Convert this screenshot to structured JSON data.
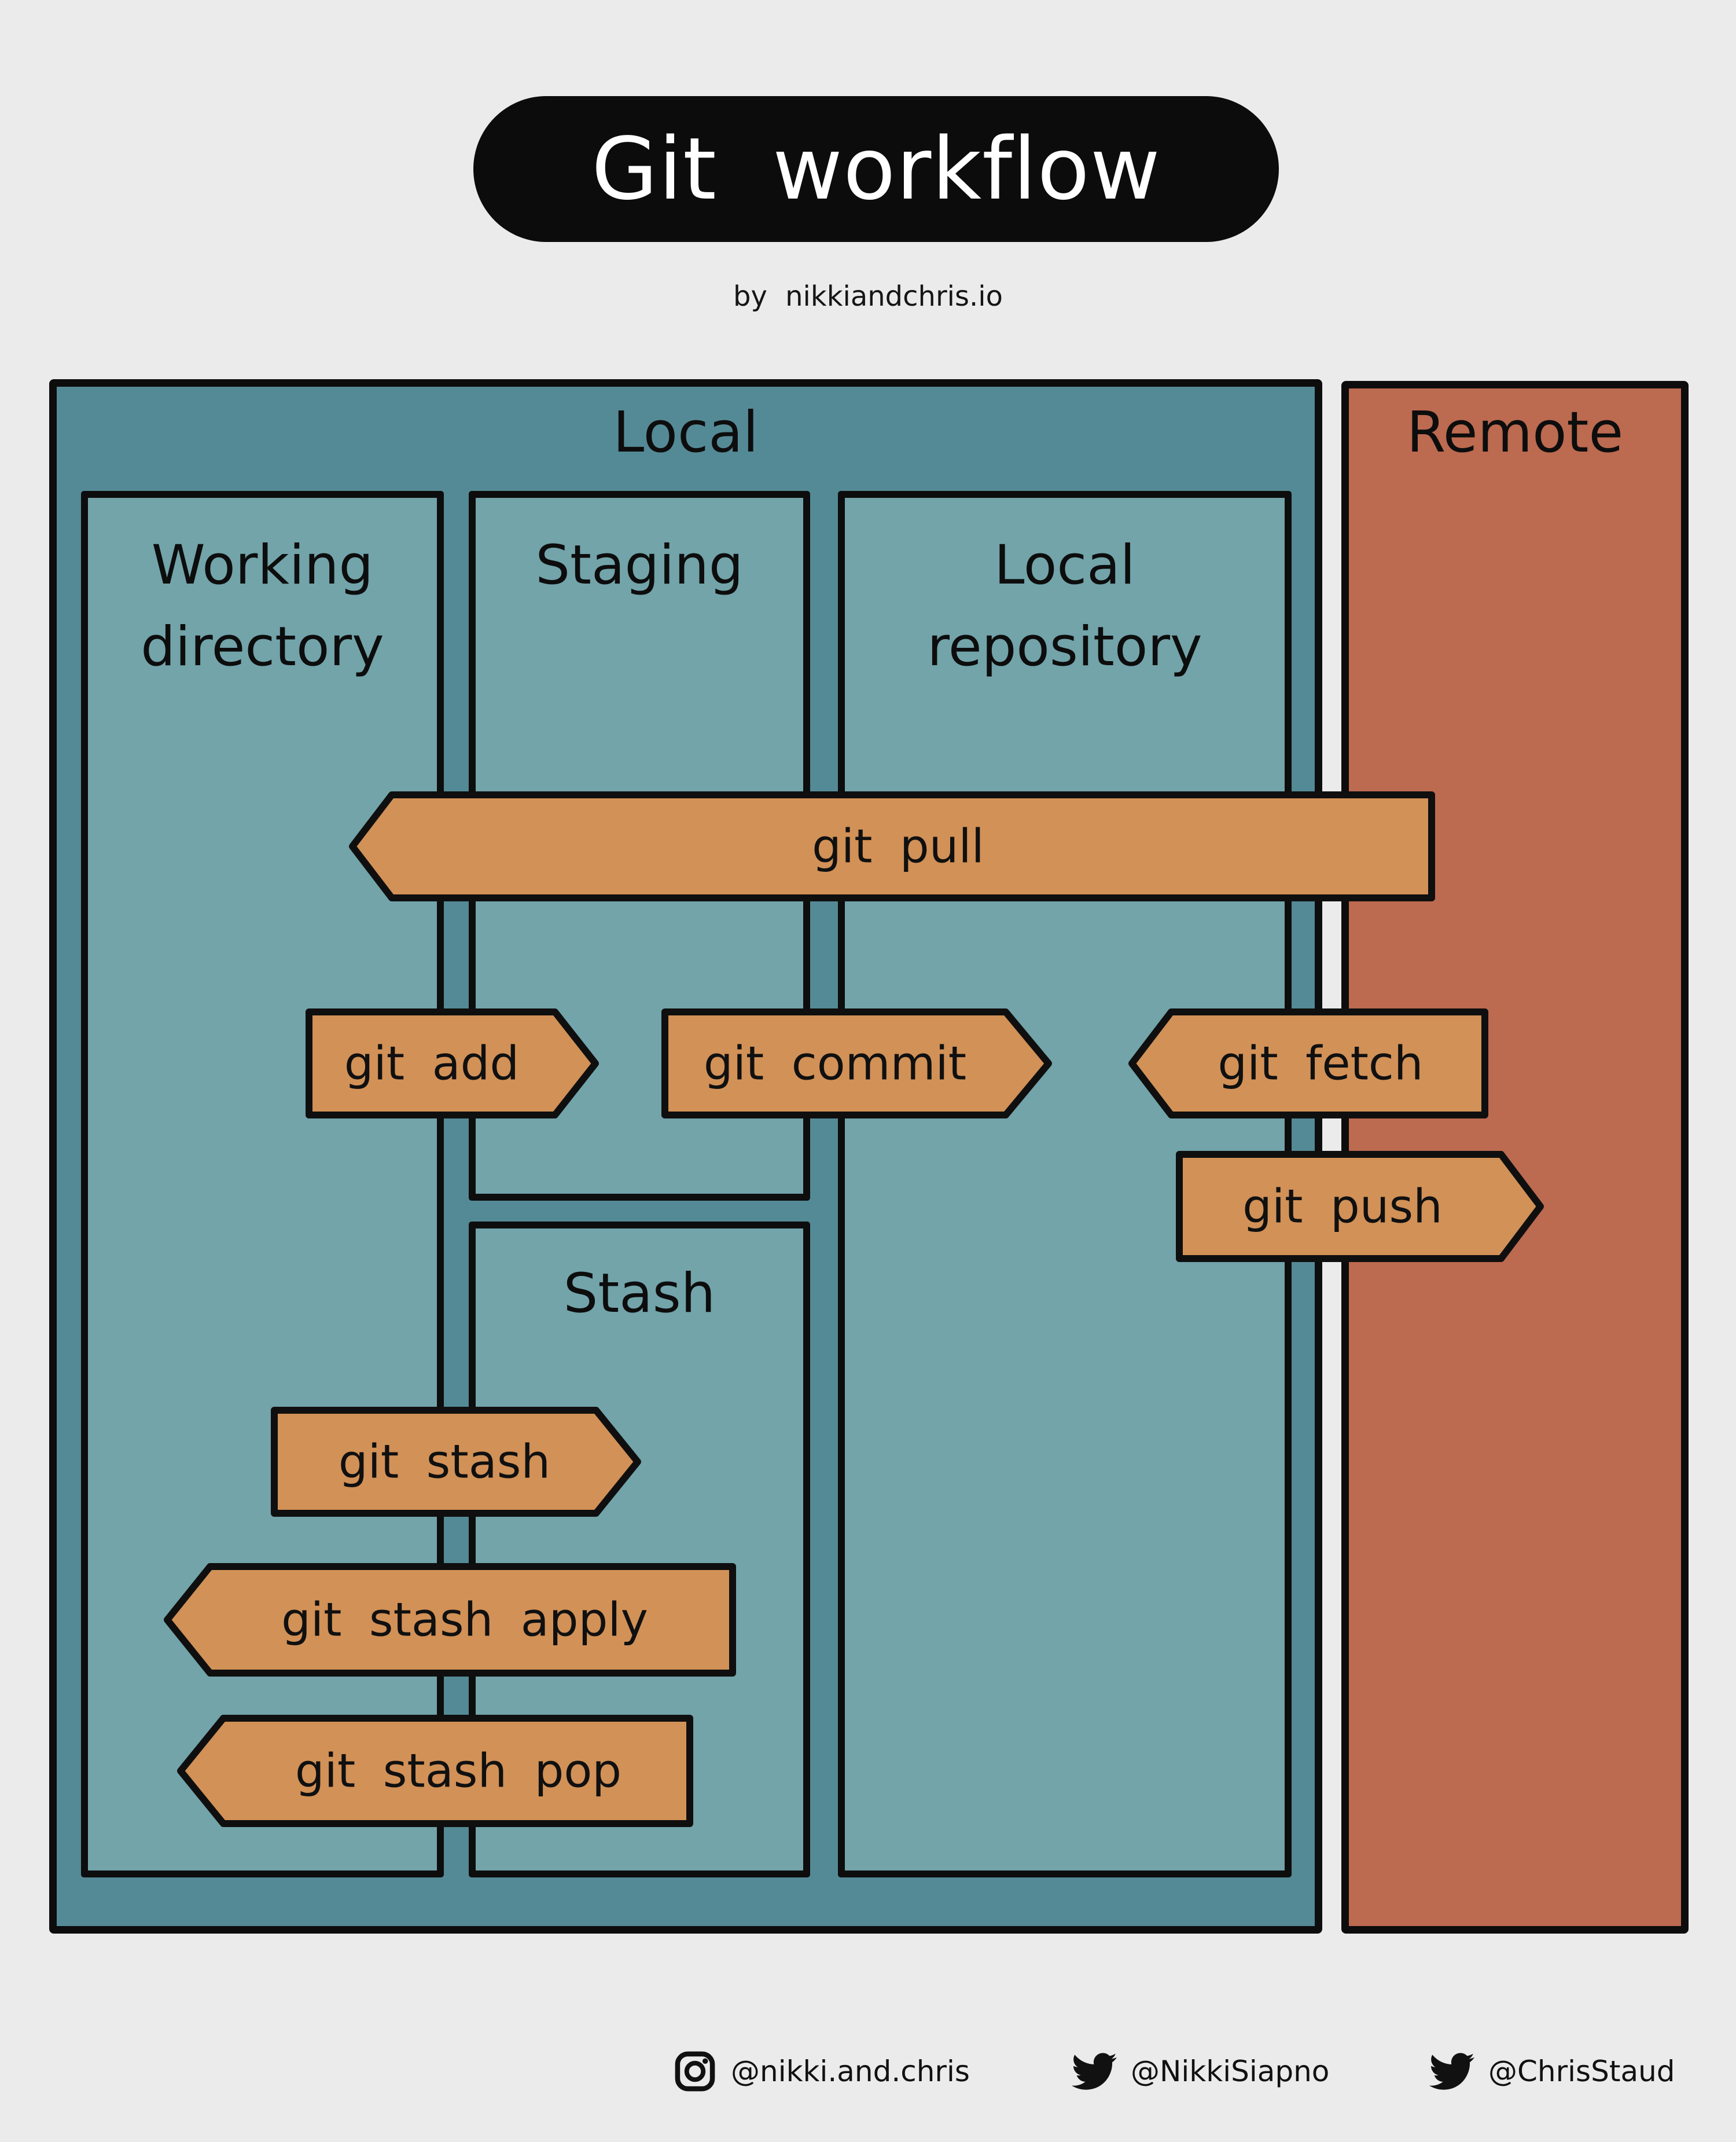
{
  "title": {
    "text": "Git workflow"
  },
  "byline": "by nikkiandchris.io",
  "panels": {
    "local": {
      "label": "Local",
      "color": "#548a96"
    },
    "remote": {
      "label": "Remote",
      "color": "#bc6a50"
    }
  },
  "boxes": [
    {
      "id": "working-directory",
      "label": "Working directory"
    },
    {
      "id": "staging",
      "label": "Staging"
    },
    {
      "id": "local-repository",
      "label": "Local repository"
    },
    {
      "id": "stash",
      "label": "Stash"
    }
  ],
  "commands": [
    {
      "id": "git-pull",
      "label": "git pull",
      "direction": "left"
    },
    {
      "id": "git-add",
      "label": "git add",
      "direction": "right"
    },
    {
      "id": "git-commit",
      "label": "git commit",
      "direction": "right"
    },
    {
      "id": "git-fetch",
      "label": "git fetch",
      "direction": "left"
    },
    {
      "id": "git-push",
      "label": "git push",
      "direction": "right"
    },
    {
      "id": "git-stash",
      "label": "git stash",
      "direction": "right"
    },
    {
      "id": "git-stash-apply",
      "label": "git stash apply",
      "direction": "left"
    },
    {
      "id": "git-stash-pop",
      "label": "git stash pop",
      "direction": "left"
    }
  ],
  "footer": {
    "items": [
      {
        "network": "instagram",
        "handle": "@nikki.and.chris"
      },
      {
        "network": "twitter",
        "handle": "@NikkiSiapno"
      },
      {
        "network": "twitter",
        "handle": "@ChrisStaud"
      }
    ]
  },
  "colors": {
    "background": "#ebebeb",
    "ink": "#0d0d0d",
    "title_text": "#ffffff",
    "panel_local": "#548a96",
    "panel_inner": "#72a4aa",
    "panel_remote": "#bc6a50",
    "arrow_fill": "#d29157"
  }
}
